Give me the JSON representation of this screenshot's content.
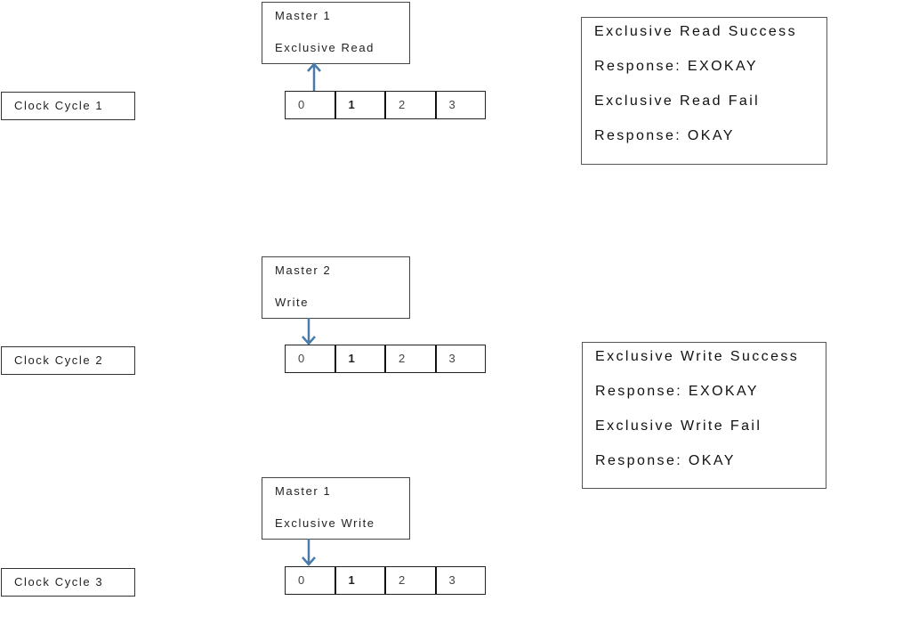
{
  "colors": {
    "arrow": "#4a7aa8",
    "border": "#333333",
    "text": "#111111"
  },
  "cycles": [
    {
      "clock_label": "Clock Cycle 1",
      "master": {
        "name": "Master 1",
        "operation": "Exclusive Read"
      },
      "arrow_direction": "up",
      "memory_cells": [
        "0",
        "1",
        "2",
        "3"
      ]
    },
    {
      "clock_label": "Clock Cycle 2",
      "master": {
        "name": "Master 2",
        "operation": "Write"
      },
      "arrow_direction": "down",
      "memory_cells": [
        "0",
        "1",
        "2",
        "3"
      ]
    },
    {
      "clock_label": "Clock Cycle 3",
      "master": {
        "name": "Master 1",
        "operation": "Exclusive Write"
      },
      "arrow_direction": "down",
      "memory_cells": [
        "0",
        "1",
        "2",
        "3"
      ]
    }
  ],
  "responses": [
    {
      "lines": [
        "Exclusive Read Success",
        "Response: EXOKAY",
        "Exclusive Read Fail",
        "Response: OKAY"
      ]
    },
    {
      "lines": [
        "Exclusive Write Success",
        "Response: EXOKAY",
        "Exclusive Write Fail",
        "Response: OKAY"
      ]
    }
  ]
}
